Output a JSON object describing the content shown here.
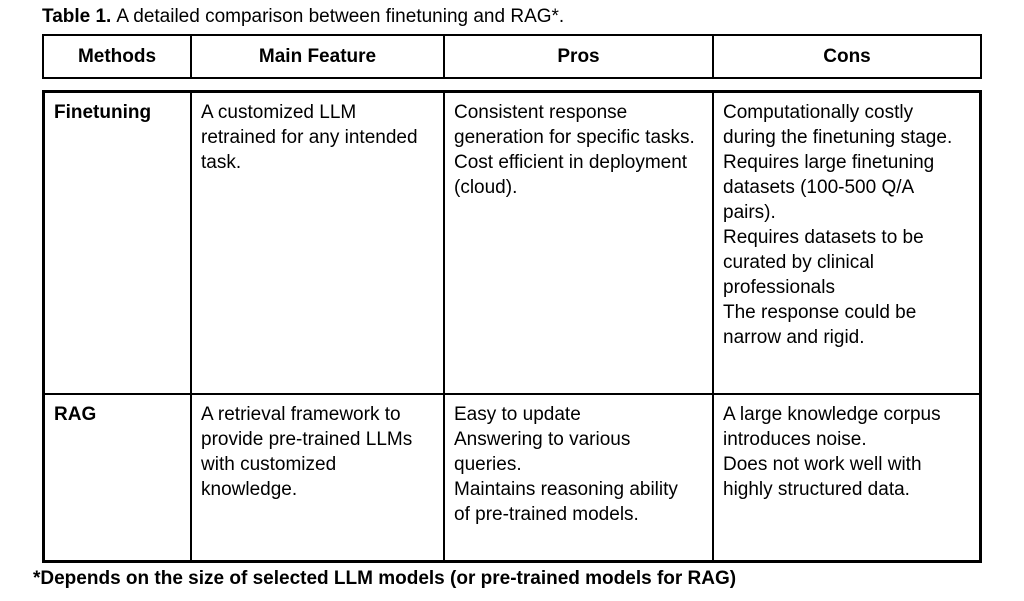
{
  "caption": {
    "label": "Table 1.",
    "text": "A detailed comparison between finetuning and RAG*."
  },
  "table": {
    "headers": [
      "Methods",
      "Main Feature",
      "Pros",
      "Cons"
    ],
    "rows": [
      {
        "method": "Finetuning",
        "main_feature": "A customized LLM retrained for any intended task.",
        "pros": [
          "Consistent response generation for specific tasks.",
          "Cost efficient in deployment (cloud)."
        ],
        "cons": [
          "Computationally costly during the finetuning stage.",
          "Requires large finetuning datasets (100-500 Q/A pairs).",
          "Requires datasets to be curated by clinical professionals",
          "The response could be narrow and rigid."
        ]
      },
      {
        "method": "RAG",
        "main_feature": "A retrieval framework to provide pre-trained LLMs with customized knowledge.",
        "pros": [
          "Easy to update",
          "Answering to various queries.",
          "Maintains reasoning ability of pre-trained models."
        ],
        "cons": [
          "A large knowledge corpus introduces noise.",
          "Does not work well with highly structured data."
        ]
      }
    ]
  },
  "footnote": "*Depends on the size of selected LLM models (or pre-trained models for RAG)",
  "colors": {
    "background": "#ffffff",
    "text": "#000000",
    "border": "#000000"
  }
}
